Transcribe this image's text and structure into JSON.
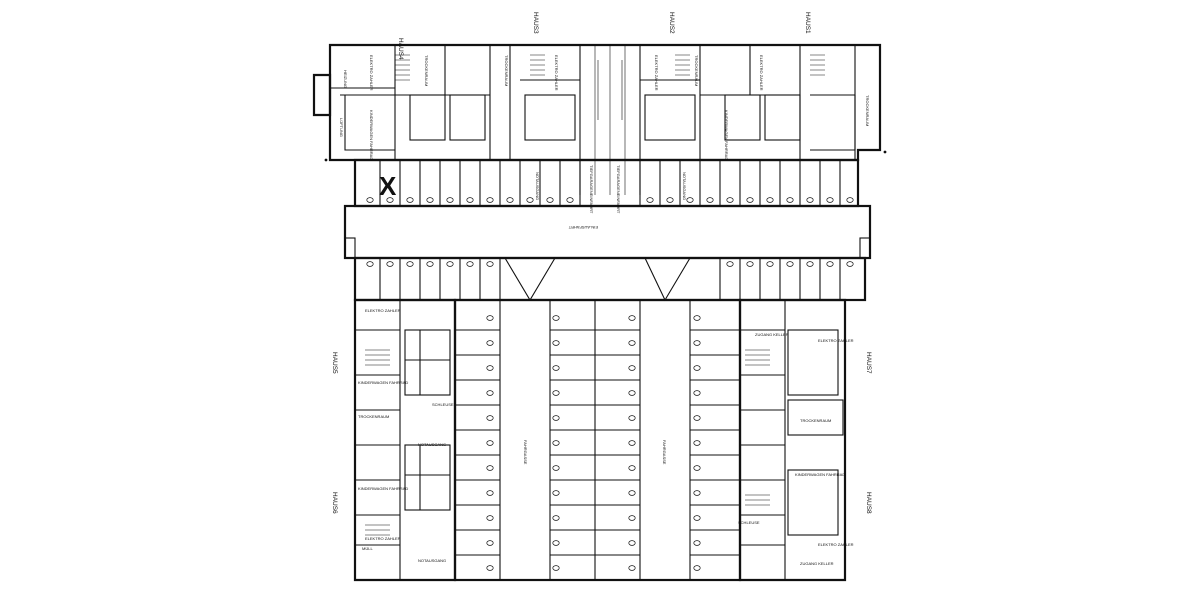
{
  "haus_labels": [
    {
      "id": "haus4",
      "text": "HAUS4"
    },
    {
      "id": "haus3",
      "text": "HAUS3"
    },
    {
      "id": "haus2",
      "text": "HAUS2"
    },
    {
      "id": "haus1",
      "text": "HAUS1"
    },
    {
      "id": "haus5",
      "text": "HAUS5"
    },
    {
      "id": "haus7",
      "text": "HAUS7"
    },
    {
      "id": "haus6",
      "text": "HAUS6"
    },
    {
      "id": "haus8",
      "text": "HAUS8"
    }
  ],
  "room_labels": {
    "heizung": "HEIZUNG",
    "luftung": "LÜFTUNG",
    "elektro": "ELEKTRO ZAHLER",
    "trockenraum": "TROCKENRAUM",
    "kinderwagen": "KINDERWAGEN FAHRRAD",
    "mull": "MÜLL",
    "zugang_keller": "ZUGANG KELLER",
    "fahrgasse": "FAHRGASSE",
    "einfahrt": "EINFAHRT",
    "ein_ausfahrt": "EIN-AUSFAHRT",
    "tg_ausfahrt": "TIEFGARAGENEINFAHRT",
    "schleuse": "SCHLEUSE",
    "notausgang": "NOTAUSGANG"
  },
  "marker": "X"
}
